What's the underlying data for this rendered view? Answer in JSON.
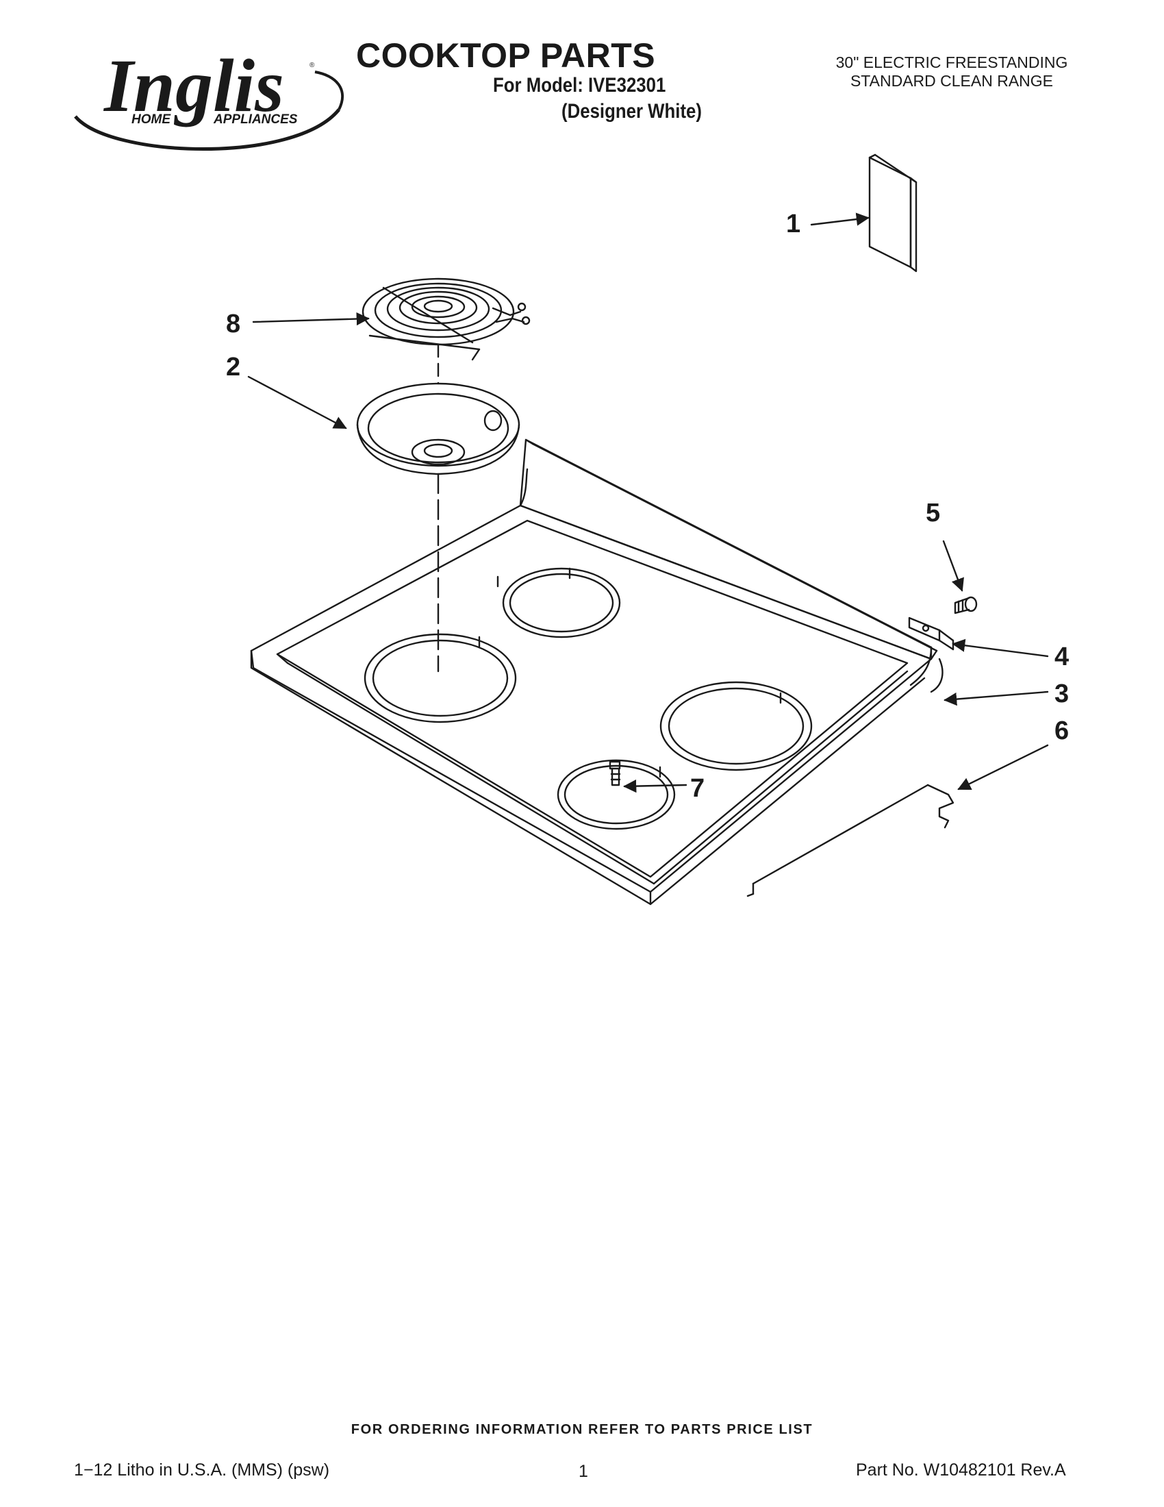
{
  "header": {
    "brand_name": "Inglis",
    "brand_subtitle_left": "HOME",
    "brand_subtitle_right": "APPLIANCES",
    "title": "COOKTOP PARTS",
    "model_line": "For Model: IVE32301",
    "variant_line": "(Designer White)",
    "range_line1": "30\" ELECTRIC FREESTANDING",
    "range_line2": "STANDARD CLEAN RANGE"
  },
  "callouts": [
    "1",
    "2",
    "3",
    "4",
    "5",
    "6",
    "7",
    "8"
  ],
  "footer": {
    "ordering_note": "FOR ORDERING INFORMATION REFER TO PARTS PRICE LIST",
    "litho": "1−12 Litho in U.S.A. (MMS) (psw)",
    "page_number": "1",
    "part_number": "Part No. W10482101 Rev.A"
  },
  "colors": {
    "ink": "#1a1a1a",
    "background": "#ffffff"
  }
}
